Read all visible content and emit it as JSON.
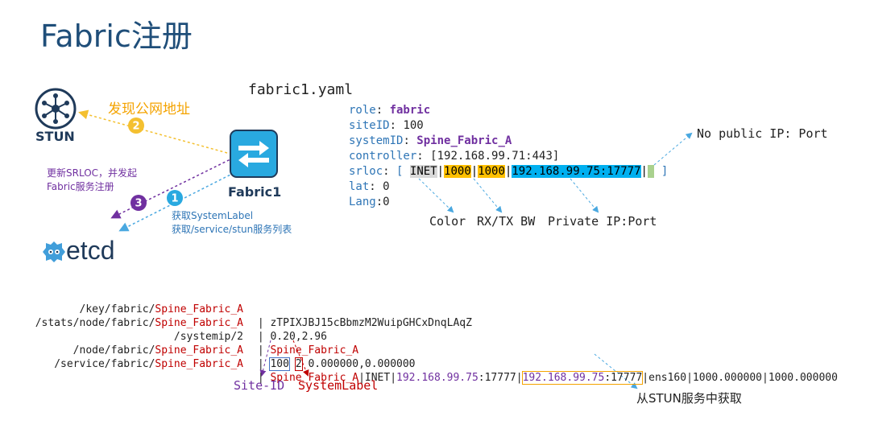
{
  "page": {
    "title": "Fabric注册"
  },
  "nodes": {
    "stun_label": "STUN",
    "fabric_label": "Fabric1",
    "etcd_label": "etcd"
  },
  "steps": {
    "step1": {
      "number": "1",
      "text_line1": "获取SystemLabel",
      "text_line2": "获取/service/stun服务列表"
    },
    "step2": {
      "number": "2",
      "text": "发现公网地址"
    },
    "step3": {
      "number": "3",
      "text_line1": "更新SRLOC，并发起",
      "text_line2": "Fabric服务注册"
    }
  },
  "yaml": {
    "filename": "fabric1.yaml",
    "role_key": "role",
    "role_value": "fabric",
    "siteid_key": "siteID",
    "siteid_value": "100",
    "systemid_key": "systemID",
    "systemid_value": "Spine_Fabric_A",
    "controller_key": "controller",
    "controller_value": "[192.168.99.71:443]",
    "srloc_key": "srloc",
    "srloc_open": "[",
    "srloc_type": "INET",
    "srloc_sep": "|",
    "srloc_bw1": "1000",
    "srloc_bw2": "1000",
    "srloc_private": "192.168.99.75:17777",
    "srloc_public": "?",
    "srloc_close": "]",
    "lat_key": "lat",
    "lat_value": "0",
    "lang_key": "Lang",
    "lang_value": "0"
  },
  "annotations": {
    "color": "Color",
    "rxtx": "RX/TX BW",
    "private": "Private IP:Port",
    "public": "No public IP: Port",
    "site_id": "Site-ID",
    "system_label": "SystemLabel",
    "from_stun": "从STUN服务中获取"
  },
  "etcd": {
    "rows": [
      {
        "prefix": "/key/fabric/",
        "name": "Spine_Fabric_A",
        "sep": " | ",
        "value": "zTPIXJBJ15cBbmzM2WuipGHCxDnqLAqZ"
      },
      {
        "prefix": "/stats/node/fabric/",
        "name": "Spine_Fabric_A",
        "sep": " | ",
        "value": "0.20,2.96"
      },
      {
        "prefix": "/systemip/2",
        "name": "",
        "sep": " | ",
        "value": "Spine_Fabric_A"
      },
      {
        "prefix": "/node/fabric/",
        "name": "Spine_Fabric_A",
        "sep": " | ",
        "v_site": "100",
        "v_label": "2",
        "value": " 0.000000,0.000000"
      },
      {
        "prefix": "/service/fabric/",
        "name": "Spine_Fabric_A",
        "sep": " | ",
        "v_name": "Spine_Fabric_A",
        "v_type": "|INET|",
        "v_private": "192.168.99.75",
        "v_private_port": ":17777",
        "v_pipe": "|",
        "v_public": "192.168.99.75",
        "v_public_port": ":17777",
        "v_rest": "|ens160|1000.000000|1000.000000"
      }
    ]
  },
  "colors": {
    "title": "#1f4e79",
    "accent_purple": "#7030a0",
    "accent_blue": "#2e75b6",
    "accent_red": "#c00000",
    "accent_orange": "#f4a300"
  }
}
